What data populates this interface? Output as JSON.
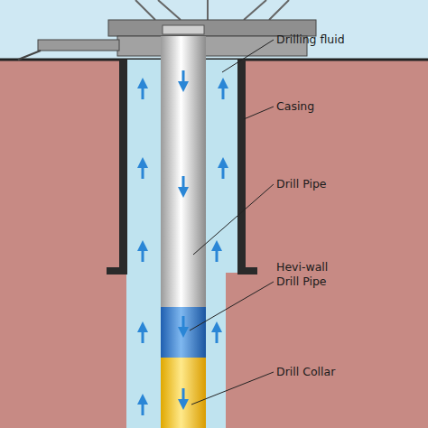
{
  "diagram": {
    "labels": [
      "Drilling fluid",
      "Casing",
      "Drill Pipe",
      "Hevi-wall Drill Pipe",
      "Drill Collar"
    ]
  }
}
